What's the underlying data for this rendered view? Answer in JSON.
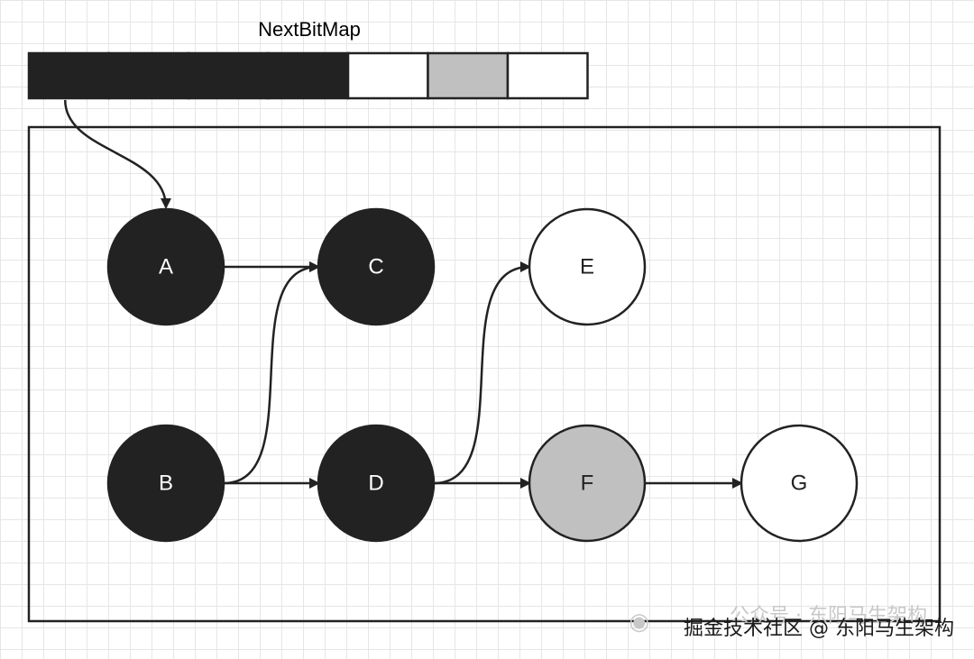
{
  "bitmap": {
    "title": "NextBitMap",
    "cells": [
      "marked",
      "marked",
      "marked",
      "marked",
      "empty",
      "grey",
      "empty"
    ]
  },
  "nodes": [
    {
      "id": "a",
      "label": "A",
      "state": "marked"
    },
    {
      "id": "b",
      "label": "B",
      "state": "marked"
    },
    {
      "id": "c",
      "label": "C",
      "state": "marked"
    },
    {
      "id": "d",
      "label": "D",
      "state": "marked"
    },
    {
      "id": "e",
      "label": "E",
      "state": "unmarked"
    },
    {
      "id": "f",
      "label": "F",
      "state": "grey"
    },
    {
      "id": "g",
      "label": "G",
      "state": "unmarked"
    }
  ],
  "edges": [
    {
      "from": "a",
      "to": "c"
    },
    {
      "from": "b",
      "to": "c"
    },
    {
      "from": "b",
      "to": "d"
    },
    {
      "from": "d",
      "to": "e"
    },
    {
      "from": "d",
      "to": "f"
    },
    {
      "from": "f",
      "to": "g"
    }
  ],
  "bitmap_pointer": {
    "cell": 0,
    "to": "a"
  },
  "colors": {
    "marked": "#222222",
    "grey": "#c0c0c0",
    "unmarked": "#ffffff",
    "stroke": "#222222",
    "grid": "#e6e6e6"
  },
  "watermark": {
    "back_text": "公众号 · 东阳马生架构",
    "front_text": "掘金技术社区 @ 东阳马生架构",
    "icon": "wechat-icon"
  }
}
